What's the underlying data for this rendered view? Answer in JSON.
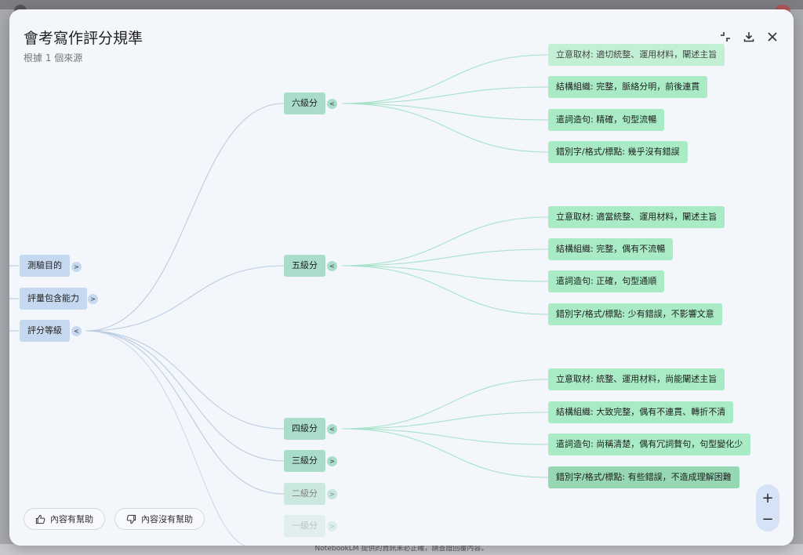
{
  "app": {
    "footer_note": "NotebookLM 提供的資訊未必正確，請查證回覆內容。"
  },
  "header": {
    "title": "會考寫作評分規準",
    "subtitle": "根據 1 個來源",
    "icons": [
      "collapse-icon",
      "download-icon",
      "close-icon"
    ]
  },
  "mindmap": {
    "root_nodes": [
      {
        "label": "測驗目的",
        "toggle": ">"
      },
      {
        "label": "評量包含能力",
        "toggle": ">"
      },
      {
        "label": "評分等級",
        "toggle": "<"
      }
    ],
    "levels": [
      {
        "label": "六級分",
        "toggle": "<"
      },
      {
        "label": "五級分",
        "toggle": "<"
      },
      {
        "label": "四級分",
        "toggle": "<"
      },
      {
        "label": "三級分",
        "toggle": ">"
      },
      {
        "label": "二級分",
        "toggle": ">"
      },
      {
        "label": "一級分",
        "toggle": ">"
      }
    ],
    "six": [
      "立意取材: 適切統整、運用材料，闡述主旨",
      "結構組織: 完整，脈絡分明，前後連貫",
      "遣詞造句: 精確，句型流暢",
      "錯別字/格式/標點: 幾乎沒有錯誤"
    ],
    "five": [
      "立意取材: 適當統整、運用材料，闡述主旨",
      "結構組織: 完整，偶有不流暢",
      "遣詞造句: 正確，句型通順",
      "錯別字/格式/標點: 少有錯誤，不影響文意"
    ],
    "four": [
      "立意取材: 統整、運用材料，尚能闡述主旨",
      "結構組織: 大致完整，偶有不連貫、轉折不清",
      "遣詞造句: 尚稱清楚，偶有冗詞贅句，句型變化少",
      "錯別字/格式/標點: 有些錯誤，不造成理解困難"
    ]
  },
  "feedback": {
    "helpful": "內容有幫助",
    "not_helpful": "內容沒有幫助"
  },
  "zoom": {
    "in": "+",
    "out": "−"
  },
  "colors": {
    "root_node": "#c6d8ef",
    "level_node": "#a9ddc9",
    "leaf_node": "#a8ebc4",
    "root_link": "#b9cde2",
    "leaf_link": "#a6e2c8"
  }
}
